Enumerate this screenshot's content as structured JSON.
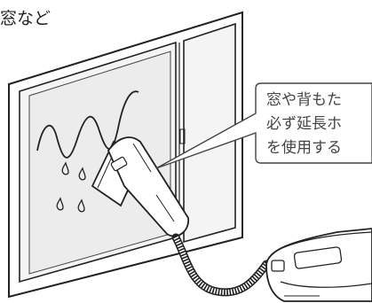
{
  "heading": "窓など",
  "callout": {
    "lines": [
      "窓や背もた",
      "必ず延長ホ",
      "を使用する"
    ]
  },
  "icons": [
    "window-illustration",
    "steam-cleaner-illustration",
    "water-drop-icon"
  ]
}
